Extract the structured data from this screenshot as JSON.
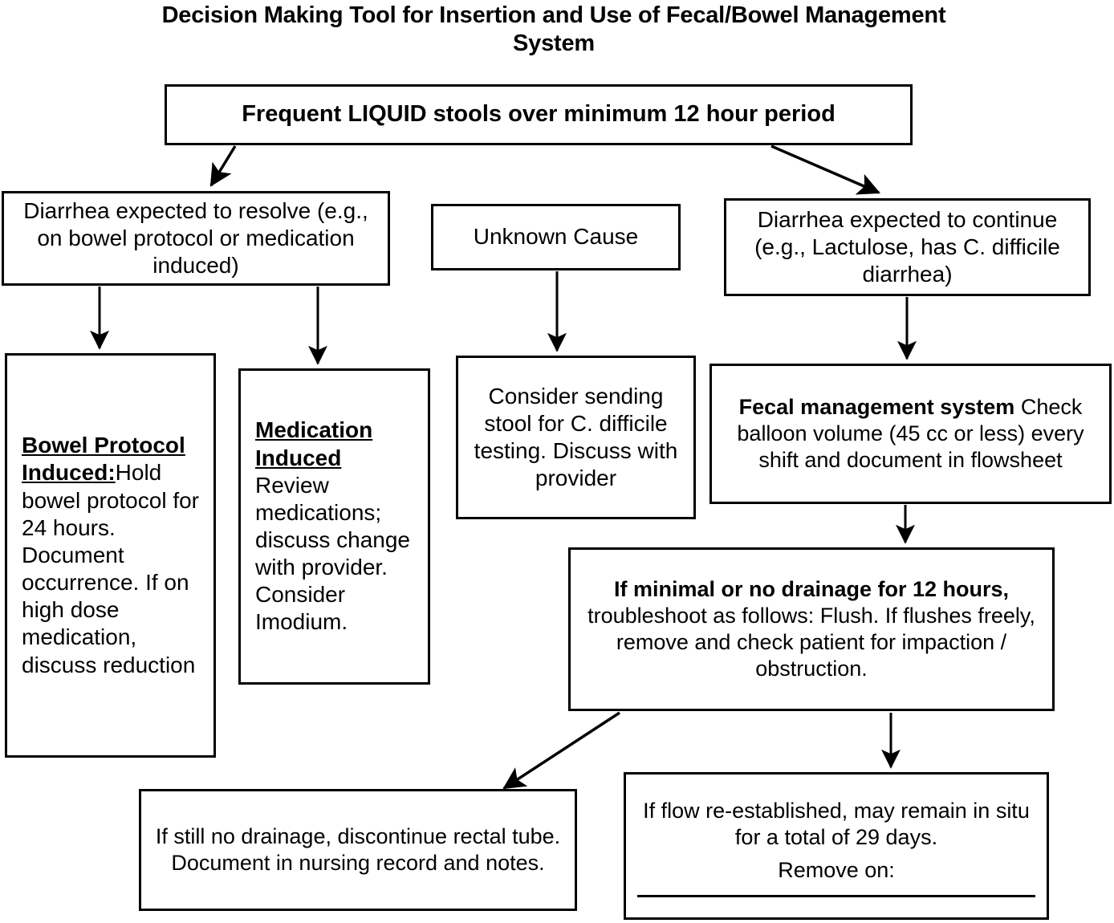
{
  "title": "Decision Making Tool for Insertion and Use of Fecal/Bowel Management System",
  "nodes": {
    "top": {
      "text": "Frequent LIQUID stools over minimum 12 hour period"
    },
    "resolve": {
      "text": "Diarrhea expected to resolve (e.g., on bowel protocol or medication induced)"
    },
    "unknown": {
      "text": "Unknown Cause"
    },
    "continue": {
      "text": "Diarrhea expected to continue (e.g., Lactulose, has C. difficile diarrhea)"
    },
    "bowel": {
      "heading": "Bowel Protocol Induced:",
      "body": "Hold bowel protocol for 24 hours. Document occurrence. If on high dose medication, discuss reduction"
    },
    "medication": {
      "heading": "Medication Induced",
      "body": "Review medications; discuss change with provider. Consider Imodium."
    },
    "stool": {
      "text": "Consider sending stool for C. difficile testing. Discuss with provider"
    },
    "fms": {
      "heading": "Fecal management system",
      "body": "Check balloon volume (45 cc or less) every shift and document in flowsheet"
    },
    "trouble": {
      "emphasis": "If minimal or no drainage for 12 hours,",
      "body": " troubleshoot as follows: Flush. If flushes freely, remove and check patient for impaction / obstruction."
    },
    "nodrainage": {
      "text": "If still no drainage, discontinue rectal tube. Document in nursing record and notes."
    },
    "reflow": {
      "line1": "If flow re-established, may remain in situ for a total of 29 days.",
      "line2": "Remove on:"
    }
  },
  "colors": {
    "background": "#ffffff",
    "ink": "#000000",
    "border": "#000000"
  }
}
